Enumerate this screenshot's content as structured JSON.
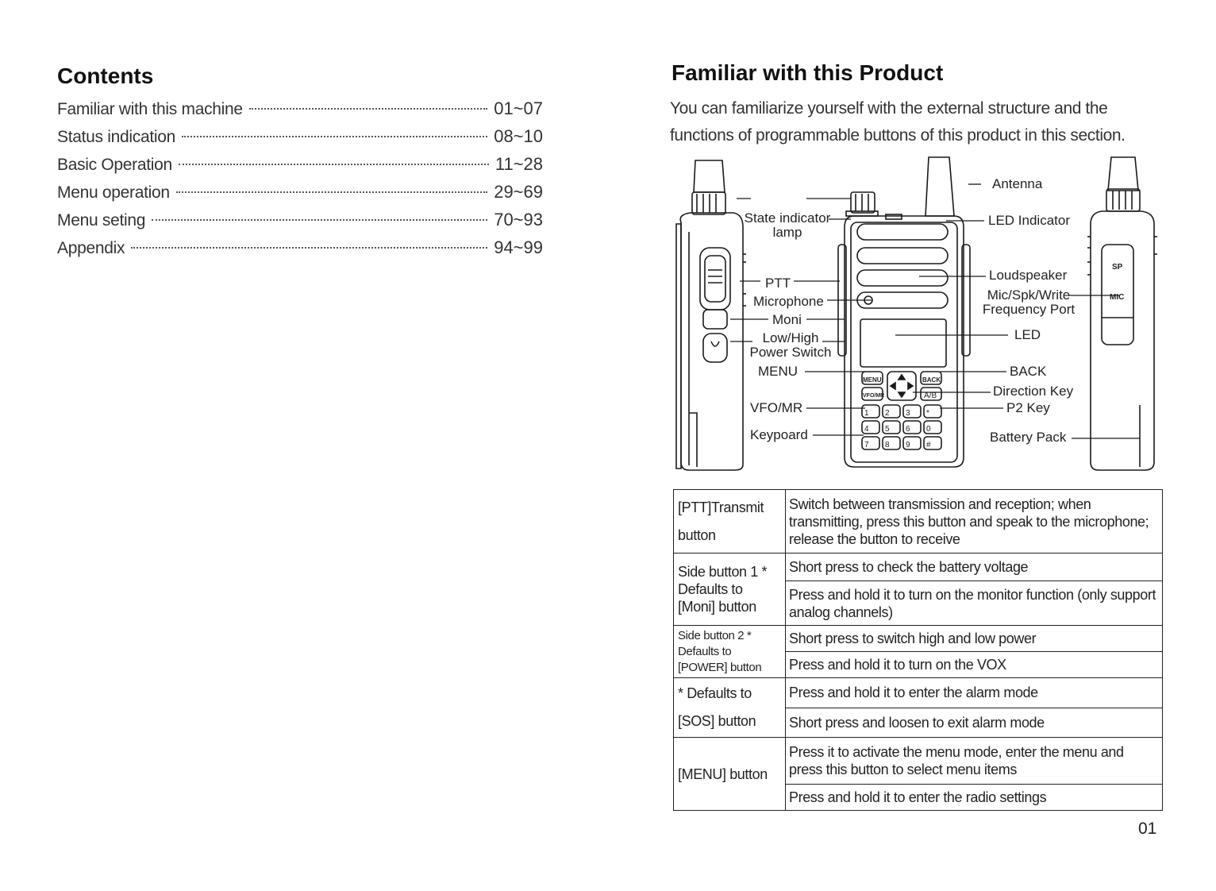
{
  "contents": {
    "title": "Contents",
    "items": [
      {
        "label": "Familiar with this machine",
        "pages": "01~07"
      },
      {
        "label": "Status indication",
        "pages": "08~10"
      },
      {
        "label": "Basic Operation",
        "pages": "11~28"
      },
      {
        "label": "Menu operation",
        "pages": "29~69"
      },
      {
        "label": "Menu seting",
        "pages": "70~93"
      },
      {
        "label": "Appendix",
        "pages": "94~99"
      }
    ]
  },
  "product": {
    "title": "Familiar with this Product",
    "intro": "You can familiarize yourself with the external structure and the functions of programmable buttons of this product in this section."
  },
  "diagram": {
    "labels": {
      "antenna": "Antenna",
      "led_indicator": "LED Indicator",
      "state_indicator_1": "State indicator",
      "state_indicator_2": "lamp",
      "loudspeaker": "Loudspeaker",
      "mic_port_1": "Mic/Spk/Write",
      "mic_port_2": "Frequency Port",
      "ptt": "PTT",
      "microphone": "Microphone",
      "moni": "Moni",
      "lowhigh_1": "Low/High",
      "lowhigh_2": "Power Switch",
      "led": "LED",
      "menu": "MENU",
      "back": "BACK",
      "direction_key": "Direction Key",
      "vfo_mr": "VFO/MR",
      "p2_key": "P2 Key",
      "keypoard": "Keypoard",
      "battery_pack": "Battery Pack"
    },
    "keys": {
      "menu": "MENU",
      "back": "BACK",
      "vfomr": "VFO/MR",
      "ab": "A/B",
      "sp": "SP",
      "mic": "MIC",
      "keypad": [
        "1",
        "2",
        "3",
        "*",
        "4",
        "5",
        "6",
        "0",
        "7",
        "8",
        "9",
        "#"
      ]
    }
  },
  "table": {
    "rows": [
      {
        "key": "[PTT]Transmit button",
        "desc": "Switch between transmission and reception; when transmitting, press this button and speak to the microphone; release the button to receive"
      },
      {
        "key": "Side button 1 * Defaults to [Moni] button",
        "desc": "Short press to check the battery voltage"
      },
      {
        "desc": "Press and hold it to turn on the monitor function (only support analog channels)"
      },
      {
        "key": "Side button 2 * Defaults to [POWER] button",
        "desc": "Short press to switch high and low power"
      },
      {
        "desc": "Press and hold it to turn on the VOX"
      },
      {
        "key": "* Defaults to [SOS] button",
        "desc": "Press and hold it to enter the alarm mode"
      },
      {
        "desc": "Short press and loosen to exit alarm mode"
      },
      {
        "key": "[MENU] button",
        "desc": "Press it to activate the menu mode, enter the menu and press this button to select menu items"
      },
      {
        "desc": "Press and hold it to enter the radio settings"
      }
    ]
  },
  "page_number": "01"
}
